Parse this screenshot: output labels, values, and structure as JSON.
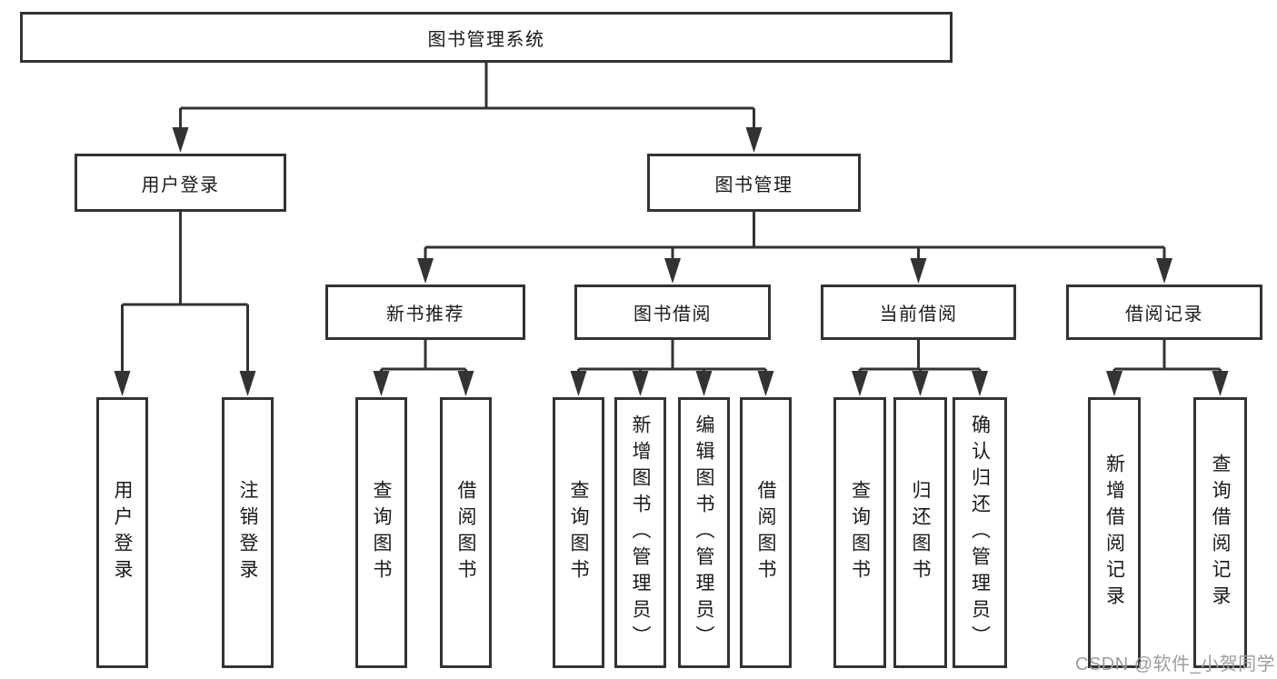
{
  "diagram": {
    "root": {
      "label": "图书管理系统",
      "children": [
        {
          "label": "用户登录",
          "children": [
            {
              "label": "用户登录"
            },
            {
              "label": "注销登录"
            }
          ]
        },
        {
          "label": "图书管理",
          "children": [
            {
              "label": "新书推荐",
              "children": [
                {
                  "label": "查询图书"
                },
                {
                  "label": "借阅图书"
                }
              ]
            },
            {
              "label": "图书借阅",
              "children": [
                {
                  "label": "查询图书"
                },
                {
                  "label": "新增图书（管理员）"
                },
                {
                  "label": "编辑图书（管理员）"
                },
                {
                  "label": "借阅图书"
                }
              ]
            },
            {
              "label": "当前借阅",
              "children": [
                {
                  "label": "查询图书"
                },
                {
                  "label": "归还图书"
                },
                {
                  "label": "确认归还（管理员）"
                }
              ]
            },
            {
              "label": "借阅记录",
              "children": [
                {
                  "label": "新增借阅记录"
                },
                {
                  "label": "查询借阅记录"
                }
              ]
            }
          ]
        }
      ]
    }
  },
  "watermark": {
    "text": "CSDN @软件_小贺同学"
  },
  "colors": {
    "line": "#333333",
    "text": "#1a1a1a",
    "background": "#ffffff",
    "watermark": "#9d9d9d"
  }
}
